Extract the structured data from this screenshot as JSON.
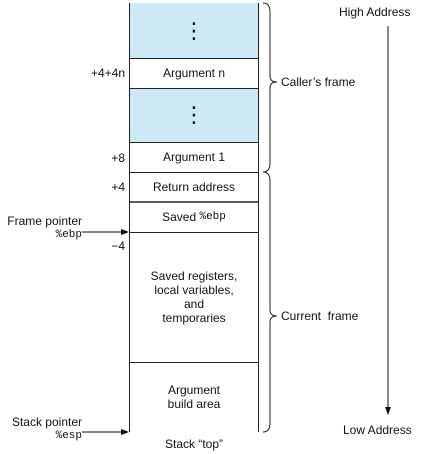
{
  "titles": {
    "high_address": "High Address",
    "low_address": "Low Address"
  },
  "cells": {
    "argument_n": "Argument n",
    "argument_1": "Argument 1",
    "return_address": "Return address",
    "saved_ebp_text": "Saved ",
    "saved_ebp_reg": "%ebp",
    "saved_registers": [
      "Saved registers,",
      "local variables,",
      "and",
      "temporaries"
    ],
    "argument_build": [
      "Argument",
      "build area"
    ],
    "ellipsis": "⋮"
  },
  "offsets": {
    "arg_n": "+4+4n",
    "arg_1": "+8",
    "return": "+4",
    "minus4": "−4"
  },
  "pointers": {
    "frame_label": "Frame pointer",
    "frame_reg": "%ebp",
    "stack_label": "Stack pointer",
    "stack_reg": "%esp"
  },
  "frames": {
    "callers": "Caller’s frame",
    "current": "Current  frame"
  },
  "stack_top": "Stack “top”"
}
